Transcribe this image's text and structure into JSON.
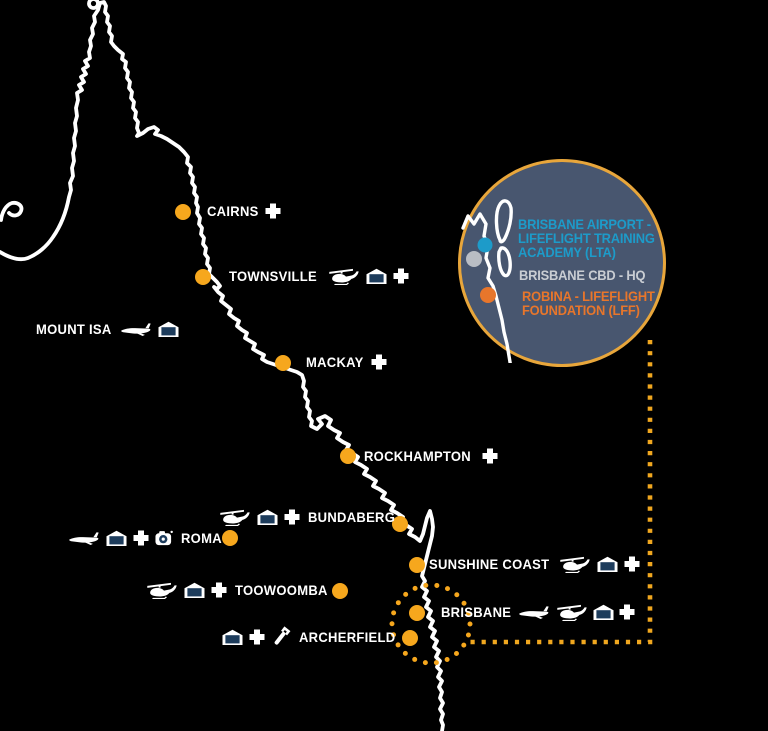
{
  "region": "Queensland LifeFlight bases map",
  "colors": {
    "marker_orange": "#F6A71D",
    "connector_gold": "#F0A71F",
    "inset_fill": "#48566F",
    "inset_border": "#E8A63B",
    "teal": "#1D9BC9",
    "gray_text": "#C9CDD3",
    "burnt_orange": "#E8762B",
    "gray_dot": "#B9BDC4",
    "door_navy": "#1D3C5C",
    "coast_white": "#FFFFFF"
  },
  "cities": [
    {
      "label": "CAIRNS",
      "services": [
        "medical"
      ]
    },
    {
      "label": "TOWNSVILLE",
      "services": [
        "helicopter",
        "hangar",
        "medical"
      ]
    },
    {
      "label": "MOUNT ISA",
      "services": [
        "plane",
        "hangar"
      ]
    },
    {
      "label": "MACKAY",
      "services": [
        "medical"
      ]
    },
    {
      "label": "ROCKHAMPTON",
      "services": [
        "medical"
      ]
    },
    {
      "label": "BUNDABERG",
      "services": [
        "helicopter",
        "hangar",
        "medical"
      ]
    },
    {
      "label": "ROMA",
      "services": [
        "plane",
        "hangar",
        "medical",
        "simulator"
      ]
    },
    {
      "label": "SUNSHINE COAST",
      "services": [
        "helicopter",
        "hangar",
        "medical"
      ]
    },
    {
      "label": "TOOWOOMBA",
      "services": [
        "helicopter",
        "hangar",
        "medical"
      ]
    },
    {
      "label": "BRISBANE",
      "services": [
        "plane",
        "helicopter",
        "hangar",
        "medical"
      ]
    },
    {
      "label": "ARCHERFIELD",
      "services": [
        "hangar",
        "medical",
        "maintenance"
      ]
    }
  ],
  "inset": {
    "entries": [
      {
        "name": "lta",
        "color": "teal",
        "lines": [
          "BRISBANE AIRPORT -",
          "LIFEFLIGHT TRAINING",
          "ACADEMY (LTA)"
        ]
      },
      {
        "name": "hq",
        "color": "gray",
        "lines": [
          "BRISBANE CBD - HQ"
        ]
      },
      {
        "name": "lff",
        "color": "orange",
        "lines": [
          "ROBINA - LIFEFLIGHT",
          "FOUNDATION (LFF)"
        ]
      }
    ]
  }
}
